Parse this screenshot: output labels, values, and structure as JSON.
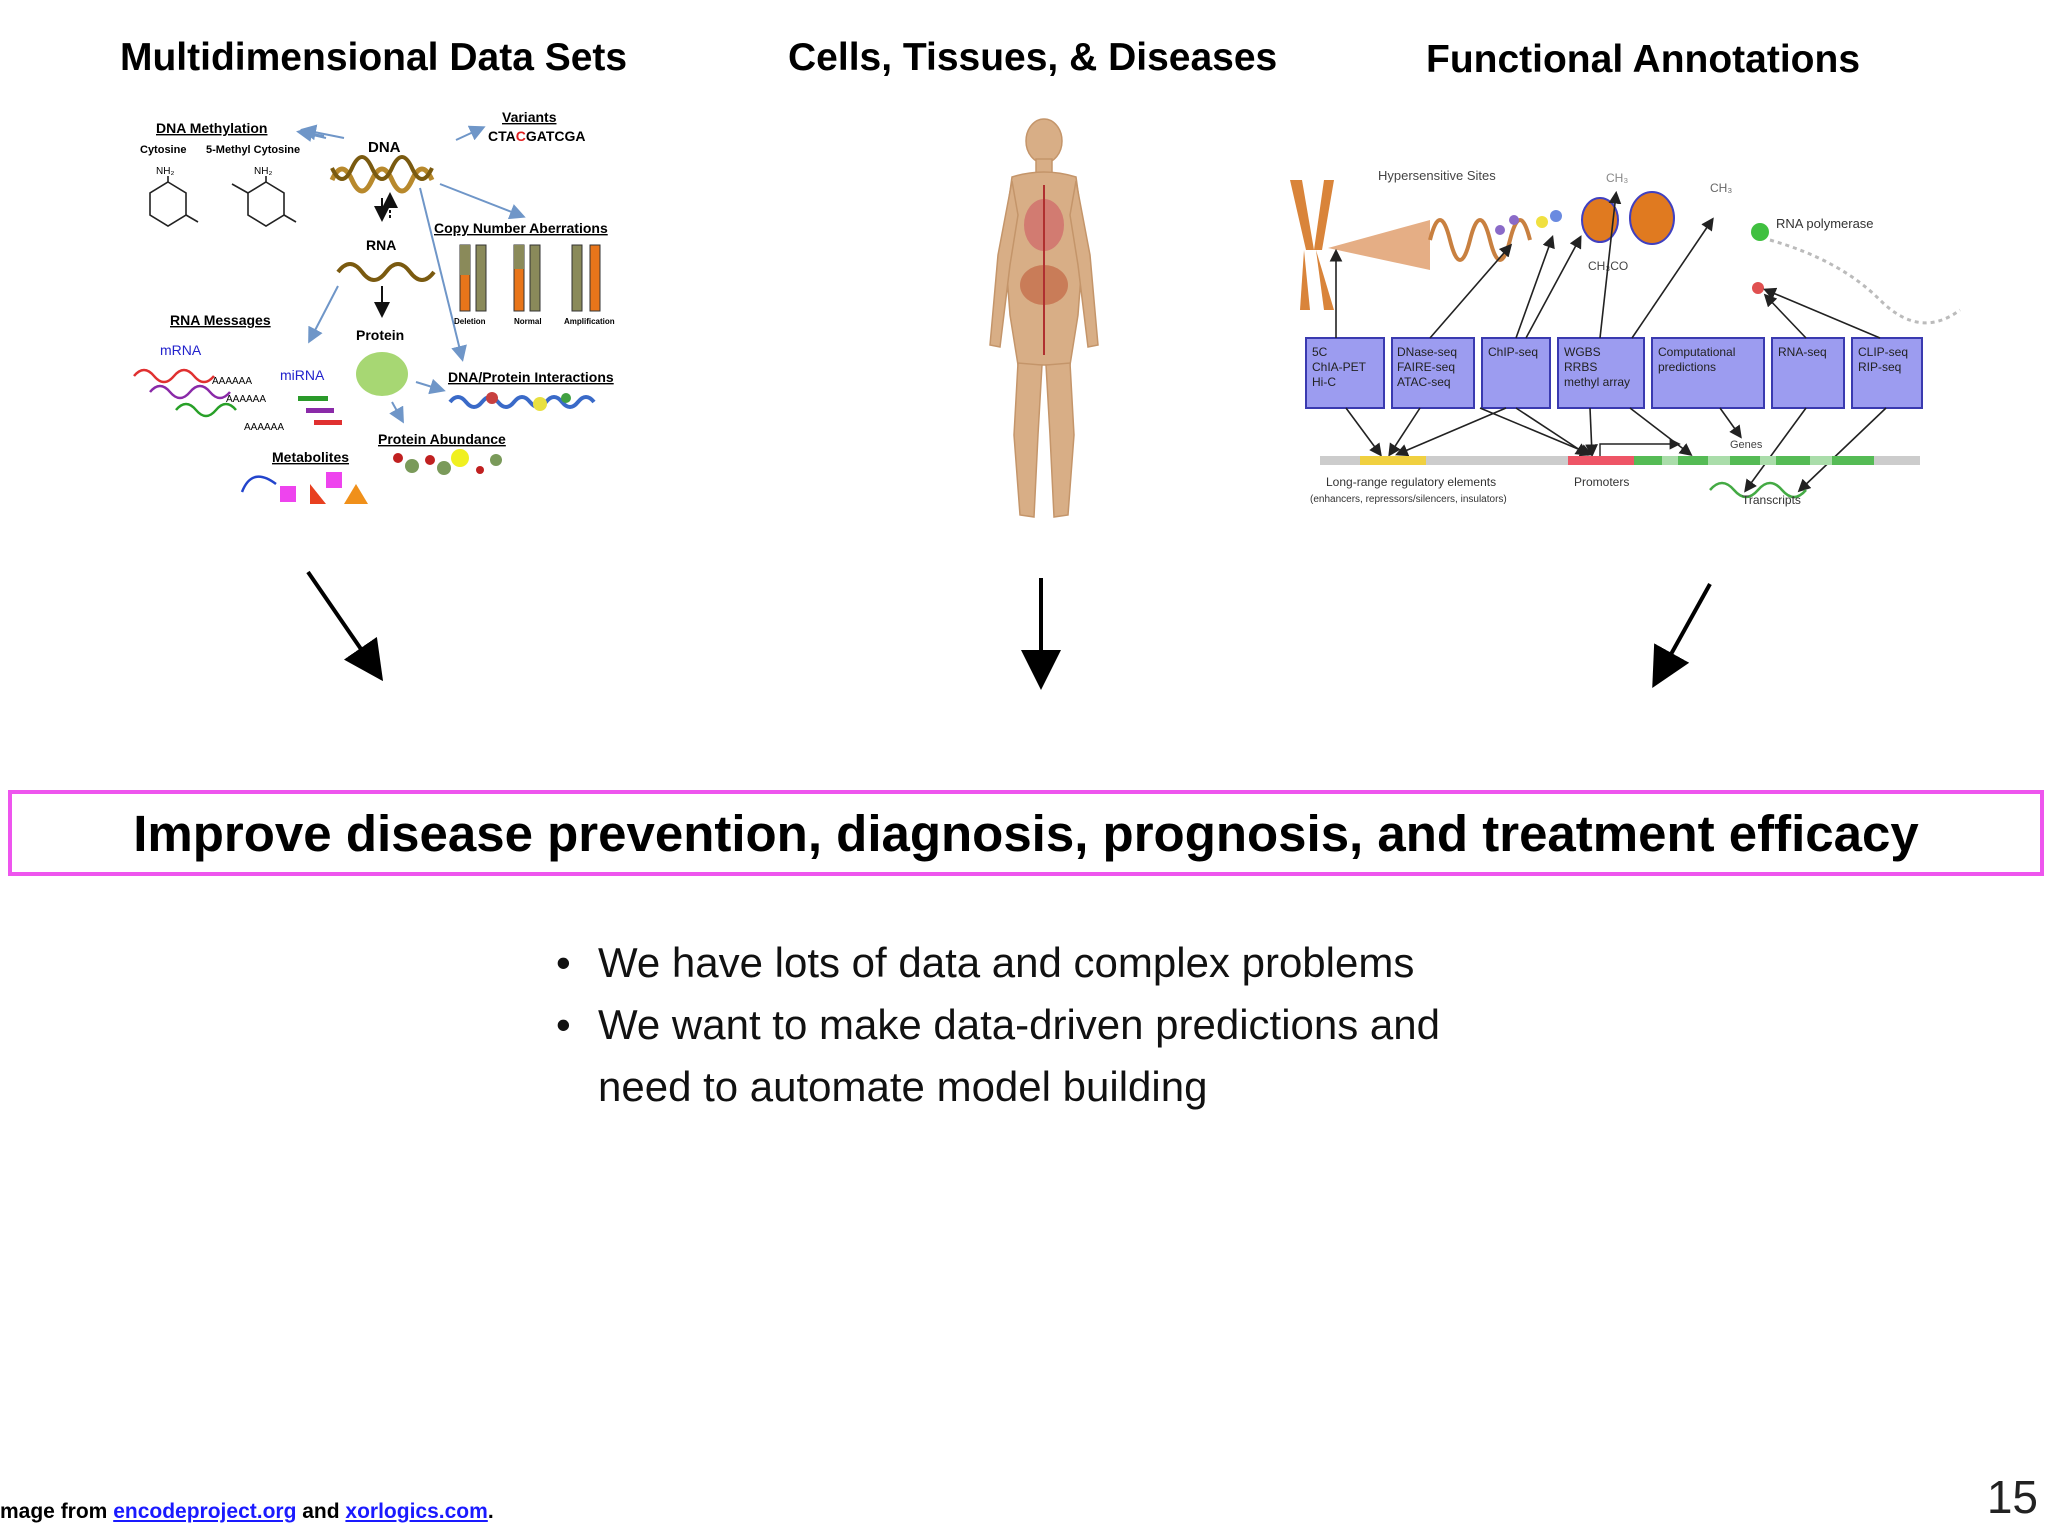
{
  "columns": {
    "left_title": "Multidimensional Data Sets",
    "center_title": "Cells, Tissues, & Diseases",
    "right_title": "Functional Annotations"
  },
  "omics": {
    "dna_methylation": "DNA Methylation",
    "cytosine": "Cytosine",
    "methyl_cytosine": "5-Methyl Cytosine",
    "nh2": "NH₂",
    "dna": "DNA",
    "variants": "Variants",
    "variant_seq_a": "CTA",
    "variant_seq_b": "C",
    "variant_seq_c": "GATCGA",
    "rna": "RNA",
    "copy_number": "Copy Number Aberrations",
    "deletion": "Deletion",
    "normal": "Normal",
    "amplification": "Amplification",
    "rna_messages": "RNA Messages",
    "mrna": "mRNA",
    "mirna": "miRNA",
    "poly_a": "AAAAAA",
    "protein": "Protein",
    "dna_protein": "DNA/Protein Interactions",
    "protein_abundance": "Protein Abundance",
    "metabolites": "Metabolites"
  },
  "encode": {
    "hypersensitive_sites": "Hypersensitive Sites",
    "ch3": "CH₃",
    "ch3co": "CH₃CO",
    "rna_polymerase": "RNA polymerase",
    "boxes": [
      {
        "lines": [
          "5C",
          "ChIA-PET",
          "Hi-C"
        ]
      },
      {
        "lines": [
          "DNase-seq",
          "FAIRE-seq",
          "ATAC-seq"
        ]
      },
      {
        "lines": [
          "ChIP-seq"
        ]
      },
      {
        "lines": [
          "WGBS",
          "RRBS",
          "methyl array"
        ]
      },
      {
        "lines": [
          "Computational",
          "predictions"
        ]
      },
      {
        "lines": [
          "RNA-seq"
        ]
      },
      {
        "lines": [
          "CLIP-seq",
          "RIP-seq"
        ]
      }
    ],
    "genes": "Genes",
    "long_range": "Long-range regulatory elements",
    "long_range_sub": "(enhancers, repressors/silencers, insulators)",
    "promoters": "Promoters",
    "transcripts": "Transcripts"
  },
  "banner": {
    "text": "Improve disease prevention, diagnosis, prognosis, and treatment efficacy",
    "border_color": "#ee55ee"
  },
  "bullets": [
    "We have lots of data and complex problems",
    "We want to make data-driven predictions and need to automate model building"
  ],
  "footer": {
    "prefix": "mage from ",
    "link1": "encodeproject.org",
    "middle": " and ",
    "link2": "xorlogics.com",
    "suffix": "."
  },
  "page_number": "15"
}
